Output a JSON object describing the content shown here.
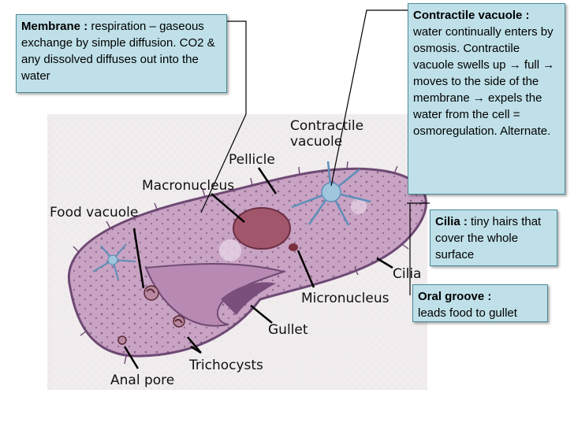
{
  "callouts": {
    "membrane": {
      "title": "Membrane :",
      "text": "respiration – gaseous exchange by simple diffusion. CO2 & any dissolved diffuses out into the water"
    },
    "contractile": {
      "title": "Contractile vacuole :",
      "text": "water continually enters by osmosis. Contractile vacuole swells up → full → moves to the side of the membrane → expels the water from the cell = osmoregulation. Alternate."
    },
    "cilia": {
      "title": "Cilia :",
      "text": "tiny hairs that cover the whole surface"
    },
    "oral": {
      "title": "Oral groove :",
      "text": "leads food to gullet"
    }
  },
  "labels": {
    "contractile_line1": "Contractile",
    "contractile_line2": "vacuole",
    "pellicle": "Pellicle",
    "macronucleus": "Macronucleus",
    "food_vacuole": "Food vacuole",
    "cilia": "Cilia",
    "micronucleus": "Micronucleus",
    "gullet": "Gullet",
    "trichocysts": "Trichocysts",
    "anal_pore": "Anal pore"
  },
  "colors": {
    "cell_fill": "#c9a3c4",
    "cell_edge": "#6e4a74",
    "callout_fill": "#bfe0e8",
    "vacuole_blue": "#9fc6dc"
  }
}
